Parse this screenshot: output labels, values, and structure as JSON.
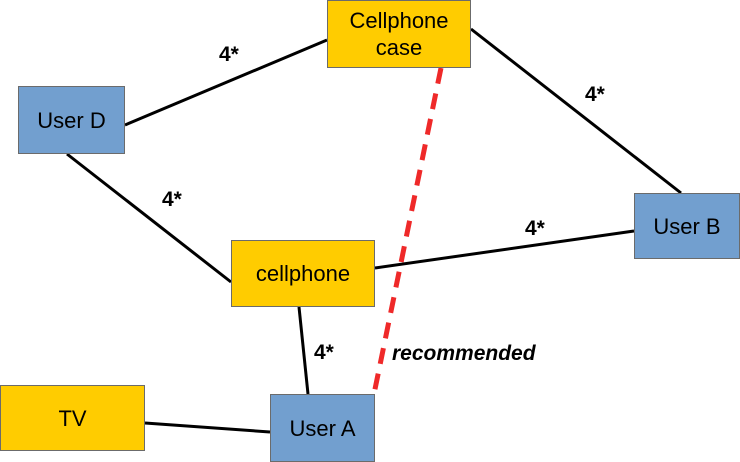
{
  "colors": {
    "user": "#729fcf",
    "product": "#ffcc00",
    "edge": "#000000",
    "recommendation": "#ef2929"
  },
  "nodes": {
    "cellphone_case": {
      "label": "Cellphone\ncase",
      "kind": "product"
    },
    "user_d": {
      "label": "User D",
      "kind": "user"
    },
    "user_b": {
      "label": "User B",
      "kind": "user"
    },
    "cellphone": {
      "label": "cellphone",
      "kind": "product"
    },
    "tv": {
      "label": "TV",
      "kind": "product"
    },
    "user_a": {
      "label": "User A",
      "kind": "user"
    }
  },
  "edges": [
    {
      "from": "user_d",
      "to": "cellphone_case",
      "label": "4*"
    },
    {
      "from": "cellphone_case",
      "to": "user_b",
      "label": "4*"
    },
    {
      "from": "user_d",
      "to": "cellphone",
      "label": "4*"
    },
    {
      "from": "cellphone",
      "to": "user_b",
      "label": "4*"
    },
    {
      "from": "cellphone",
      "to": "user_a",
      "label": "4*"
    },
    {
      "from": "tv",
      "to": "user_a",
      "label": ""
    }
  ],
  "recommendation": {
    "from": "cellphone_case",
    "to": "user_a",
    "label": "recommended",
    "style": "dashed"
  }
}
